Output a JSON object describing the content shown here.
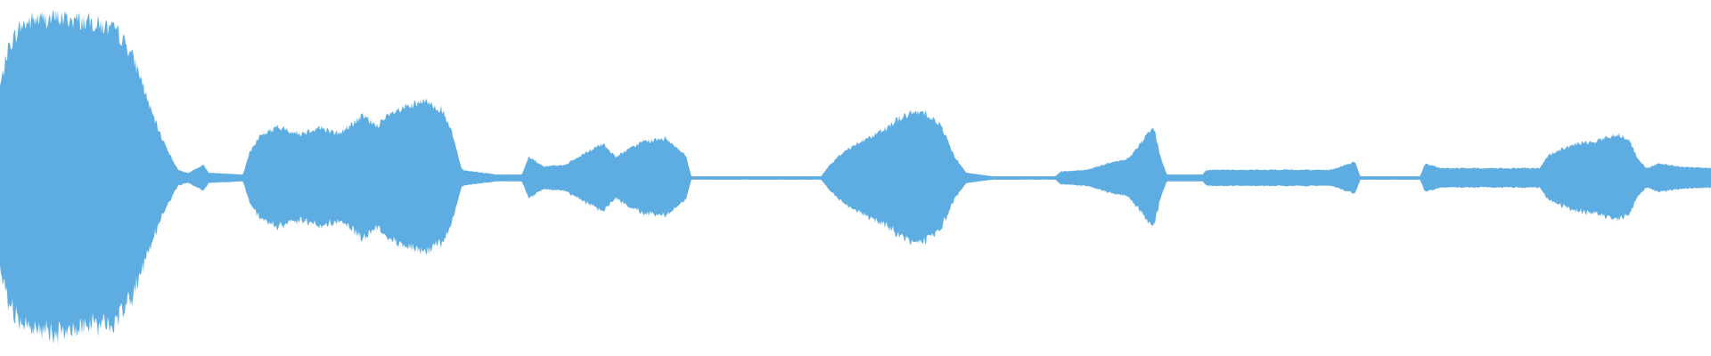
{
  "waveform": {
    "color": "#5dade2",
    "baseline_color": "#5dade2",
    "amplitude_profile": [
      [
        0.0,
        0.56
      ],
      [
        0.005,
        0.8
      ],
      [
        0.012,
        0.93
      ],
      [
        0.02,
        0.97
      ],
      [
        0.035,
        0.98
      ],
      [
        0.055,
        0.95
      ],
      [
        0.068,
        0.9
      ],
      [
        0.076,
        0.78
      ],
      [
        0.082,
        0.62
      ],
      [
        0.088,
        0.42
      ],
      [
        0.094,
        0.26
      ],
      [
        0.1,
        0.13
      ],
      [
        0.104,
        0.05
      ],
      [
        0.11,
        0.03
      ],
      [
        0.119,
        0.08
      ],
      [
        0.122,
        0.03
      ],
      [
        0.142,
        0.02
      ],
      [
        0.146,
        0.16
      ],
      [
        0.152,
        0.26
      ],
      [
        0.162,
        0.31
      ],
      [
        0.175,
        0.27
      ],
      [
        0.187,
        0.31
      ],
      [
        0.198,
        0.27
      ],
      [
        0.206,
        0.33
      ],
      [
        0.212,
        0.38
      ],
      [
        0.22,
        0.32
      ],
      [
        0.23,
        0.4
      ],
      [
        0.24,
        0.44
      ],
      [
        0.25,
        0.47
      ],
      [
        0.258,
        0.42
      ],
      [
        0.264,
        0.28
      ],
      [
        0.27,
        0.05
      ],
      [
        0.29,
        0.02
      ],
      [
        0.305,
        0.02
      ],
      [
        0.309,
        0.13
      ],
      [
        0.318,
        0.07
      ],
      [
        0.33,
        0.08
      ],
      [
        0.342,
        0.15
      ],
      [
        0.352,
        0.21
      ],
      [
        0.36,
        0.13
      ],
      [
        0.375,
        0.22
      ],
      [
        0.39,
        0.24
      ],
      [
        0.401,
        0.13
      ],
      [
        0.404,
        0.01
      ],
      [
        0.48,
        0.01
      ],
      [
        0.484,
        0.07
      ],
      [
        0.494,
        0.17
      ],
      [
        0.505,
        0.23
      ],
      [
        0.515,
        0.29
      ],
      [
        0.528,
        0.38
      ],
      [
        0.54,
        0.41
      ],
      [
        0.55,
        0.32
      ],
      [
        0.558,
        0.13
      ],
      [
        0.565,
        0.03
      ],
      [
        0.58,
        0.01
      ],
      [
        0.617,
        0.01
      ],
      [
        0.62,
        0.04
      ],
      [
        0.635,
        0.05
      ],
      [
        0.648,
        0.09
      ],
      [
        0.66,
        0.12
      ],
      [
        0.668,
        0.23
      ],
      [
        0.674,
        0.32
      ],
      [
        0.678,
        0.14
      ],
      [
        0.682,
        0.02
      ],
      [
        0.703,
        0.02
      ],
      [
        0.705,
        0.05
      ],
      [
        0.74,
        0.05
      ],
      [
        0.778,
        0.05
      ],
      [
        0.792,
        0.1
      ],
      [
        0.795,
        0.01
      ],
      [
        0.83,
        0.01
      ],
      [
        0.833,
        0.09
      ],
      [
        0.842,
        0.06
      ],
      [
        0.86,
        0.06
      ],
      [
        0.88,
        0.06
      ],
      [
        0.9,
        0.06
      ],
      [
        0.905,
        0.14
      ],
      [
        0.918,
        0.2
      ],
      [
        0.935,
        0.23
      ],
      [
        0.945,
        0.27
      ],
      [
        0.952,
        0.24
      ],
      [
        0.957,
        0.12
      ],
      [
        0.962,
        0.06
      ],
      [
        0.97,
        0.09
      ],
      [
        0.98,
        0.07
      ],
      [
        1.0,
        0.06
      ]
    ]
  }
}
